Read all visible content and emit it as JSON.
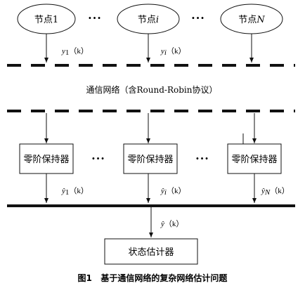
{
  "nodes": [
    {
      "label": "节点",
      "index": "1"
    },
    {
      "label": "节点",
      "index": "i"
    },
    {
      "label": "节点",
      "index": "N"
    }
  ],
  "node_ellipsis": "···",
  "node_signals": [
    {
      "var": "y",
      "sub": "1",
      "arg": "（k）"
    },
    {
      "var": "y",
      "sub": "i",
      "arg": "（k）"
    }
  ],
  "network_label": "通信网络（含Round-Robin协议）",
  "holders": [
    {
      "label": "零阶保持器"
    },
    {
      "label": "零阶保持器"
    },
    {
      "label": "零阶保持器"
    }
  ],
  "holder_ellipsis": "···",
  "holder_signals": [
    {
      "var": "ŷ",
      "sub": "1",
      "arg": "（k）"
    },
    {
      "var": "ŷ",
      "sub": "i",
      "arg": "（k）"
    },
    {
      "var": "ŷ",
      "sub": "N",
      "arg": "（k）"
    }
  ],
  "bus_signal": {
    "var": "ŷ",
    "arg": "（k）"
  },
  "estimator_label": "状态估计器",
  "caption": "图1   基于通信网络的复杂网络估计问题"
}
